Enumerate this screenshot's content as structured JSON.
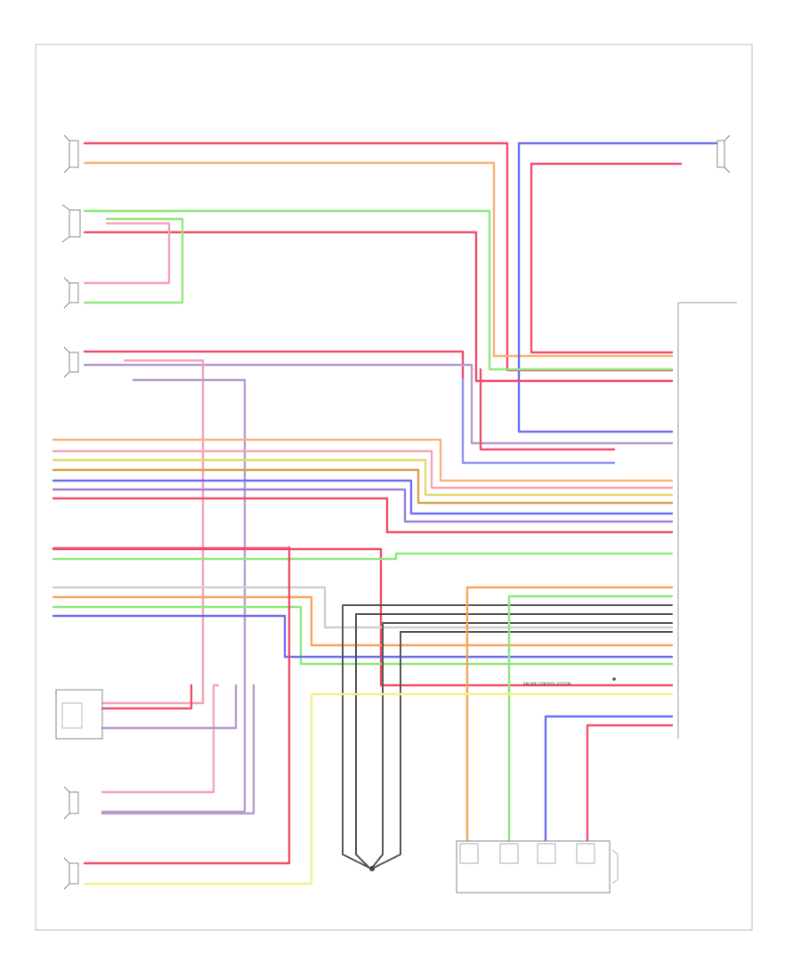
{
  "diagram_code": "",
  "labels": {
    "engine_control": "ENGINE CONTROL SYSTEM"
  },
  "colors": {
    "red": "#f24b6b",
    "pink": "#f7a3b5",
    "green": "#8fe87f",
    "blue": "#6d6df0",
    "orange": "#f8a35a",
    "yellow": "#f2f08a",
    "violet": "#b59ad0",
    "dark": "#555555",
    "gray": "#999999",
    "frame": "#c8c8c8"
  },
  "components": [
    {
      "id": "c1",
      "caption": ""
    },
    {
      "id": "c2",
      "caption": ""
    },
    {
      "id": "c3",
      "caption": ""
    },
    {
      "id": "c4",
      "caption": ""
    },
    {
      "id": "c5",
      "caption": ""
    },
    {
      "id": "c6",
      "caption": ""
    },
    {
      "id": "c7",
      "caption": ""
    },
    {
      "id": "c8",
      "caption": ""
    },
    {
      "id": "c9",
      "caption": ""
    },
    {
      "id": "c10",
      "caption": ""
    }
  ]
}
